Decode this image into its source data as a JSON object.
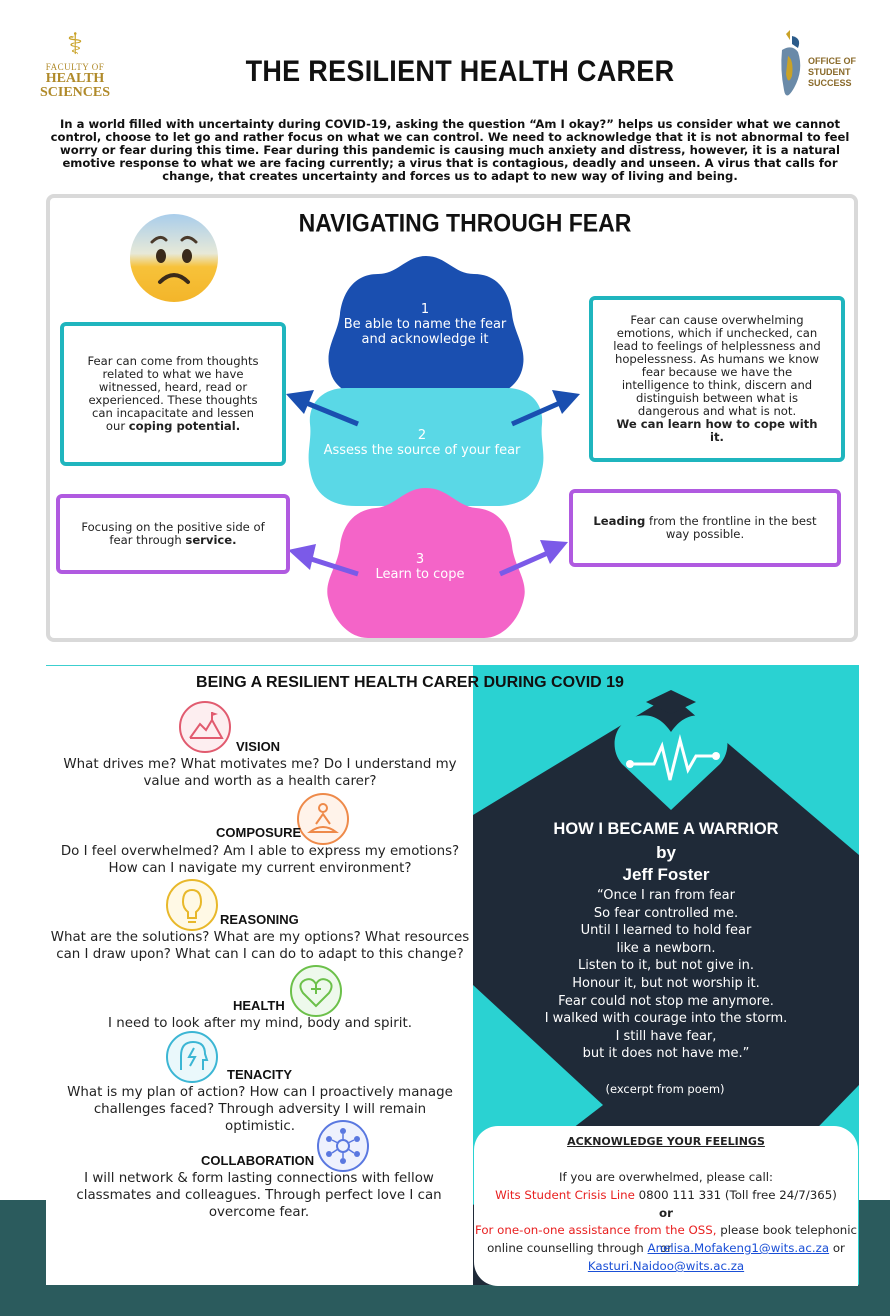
{
  "header": {
    "logo_left_line1": "FACULTY OF",
    "logo_left_line2": "HEALTH",
    "logo_left_line3": "SCIENCES",
    "logo_right_line1": "OFFICE OF",
    "logo_right_line2": "STUDENT SUCCESS",
    "title": "THE RESILIENT HEALTH CARER",
    "intro": "In a world filled with uncertainty during COVID-19, asking the question “Am I okay?” helps us consider what we cannot control, choose to let go and  rather focus on what we can control. We need to acknowledge that it is not abnormal to feel worry or fear during this time. Fear during this pandemic is causing much anxiety and distress, however, it is a natural emotive response to what we are facing currently; a virus that is contagious, deadly and unseen.  A virus that calls for change, that creates uncertainty and forces us to adapt to new way of living and being."
  },
  "fear": {
    "title": "NAVIGATING THROUGH FEAR",
    "steps": [
      {
        "num": "1",
        "text": "Be able to name the fear and acknowledge it"
      },
      {
        "num": "2",
        "text": "Assess the source of your fear"
      },
      {
        "num": "3",
        "text": "Learn to cope"
      }
    ],
    "left_top": {
      "text": "Fear can come from thoughts related to what we have witnessed, heard, read or experienced. These thoughts can incapacitate and lessen our ",
      "bold": "coping potential."
    },
    "right_top": {
      "text": "Fear can cause overwhelming emotions, which if unchecked, can lead to feelings of helplessness and hopelessness. As humans we know fear because we have the intelligence to think, discern and distinguish between what is dangerous and what is not.",
      "bold": "We can learn how to cope with it."
    },
    "left_bottom": {
      "text": "Focusing on the positive side of fear through ",
      "bold": "service."
    },
    "right_bottom": {
      "bold": "Leading",
      "text": " from the frontline in the best way possible."
    }
  },
  "resilient": {
    "title": "BEING A RESILIENT HEALTH CARER DURING COVID 19",
    "sections": [
      {
        "heading": "VISION",
        "text": "What drives me? What motivates me? Do I understand my value and worth as a health carer?",
        "icon": "mountain-flag-icon"
      },
      {
        "heading": "COMPOSURE",
        "text": "Do I feel overwhelmed? Am I able to express my emotions? How can I navigate my current environment?",
        "icon": "meditation-icon"
      },
      {
        "heading": "REASONING",
        "text": "What are the solutions? What are my options? What resources can I draw upon? What can I can do to adapt to this change?",
        "icon": "brain-bulb-icon"
      },
      {
        "heading": "HEALTH",
        "text": "I need to look after my mind, body and spirit.",
        "icon": "heart-pulse-icon"
      },
      {
        "heading": "TENACITY",
        "text": "What is my plan of action? How can I proactively manage challenges faced? Through adversity I will remain optimistic.",
        "icon": "head-bolt-icon"
      },
      {
        "heading": "COLLABORATION",
        "text": "I will network & form lasting connections with fellow classmates and colleagues. Through perfect love I can overcome fear.",
        "icon": "network-icon"
      }
    ]
  },
  "warrior": {
    "title": "HOW I BECAME A WARRIOR",
    "by": "by",
    "author": "Jeff Foster",
    "lines": [
      "“Once I ran from fear",
      "So fear controlled me.",
      "Until I learned to hold fear",
      "like a newborn.",
      "Listen to it, but not give in.",
      "Honour it, but not worship it.",
      "Fear could not stop me anymore.",
      "I walked with courage into the storm.",
      "I still have fear,",
      "but it does not have me.”"
    ],
    "excerpt": "(excerpt  from poem)"
  },
  "acknowledge": {
    "title": "ACKNOWLEDGE YOUR FEELINGS",
    "call": "If you are overwhelmed, please call:",
    "crisis_label": "Wits Student Crisis Line",
    "crisis_number": " 0800 111 331 (Toll free 24/7/365)",
    "or": "or",
    "oss_label": "For one-on-one assistance from the OSS,",
    "oss_text": " please book telephonic or",
    "online_text": "online counselling through ",
    "email1": "Anelisa.Mofakeng1@wits.ac.za",
    "or2": " or",
    "email2": "Kasturi.Naidoo@wits.ac.za"
  },
  "colors": {
    "cyan": "#1fb5be",
    "purple": "#b05ae0",
    "blue_blob": "#1a4fb0",
    "cyan_blob": "#5ad8e6",
    "pink_blob": "#f464c8",
    "teal_panel": "#2ad2d2",
    "navy": "#1f2a38",
    "band": "#2b5b5d"
  }
}
